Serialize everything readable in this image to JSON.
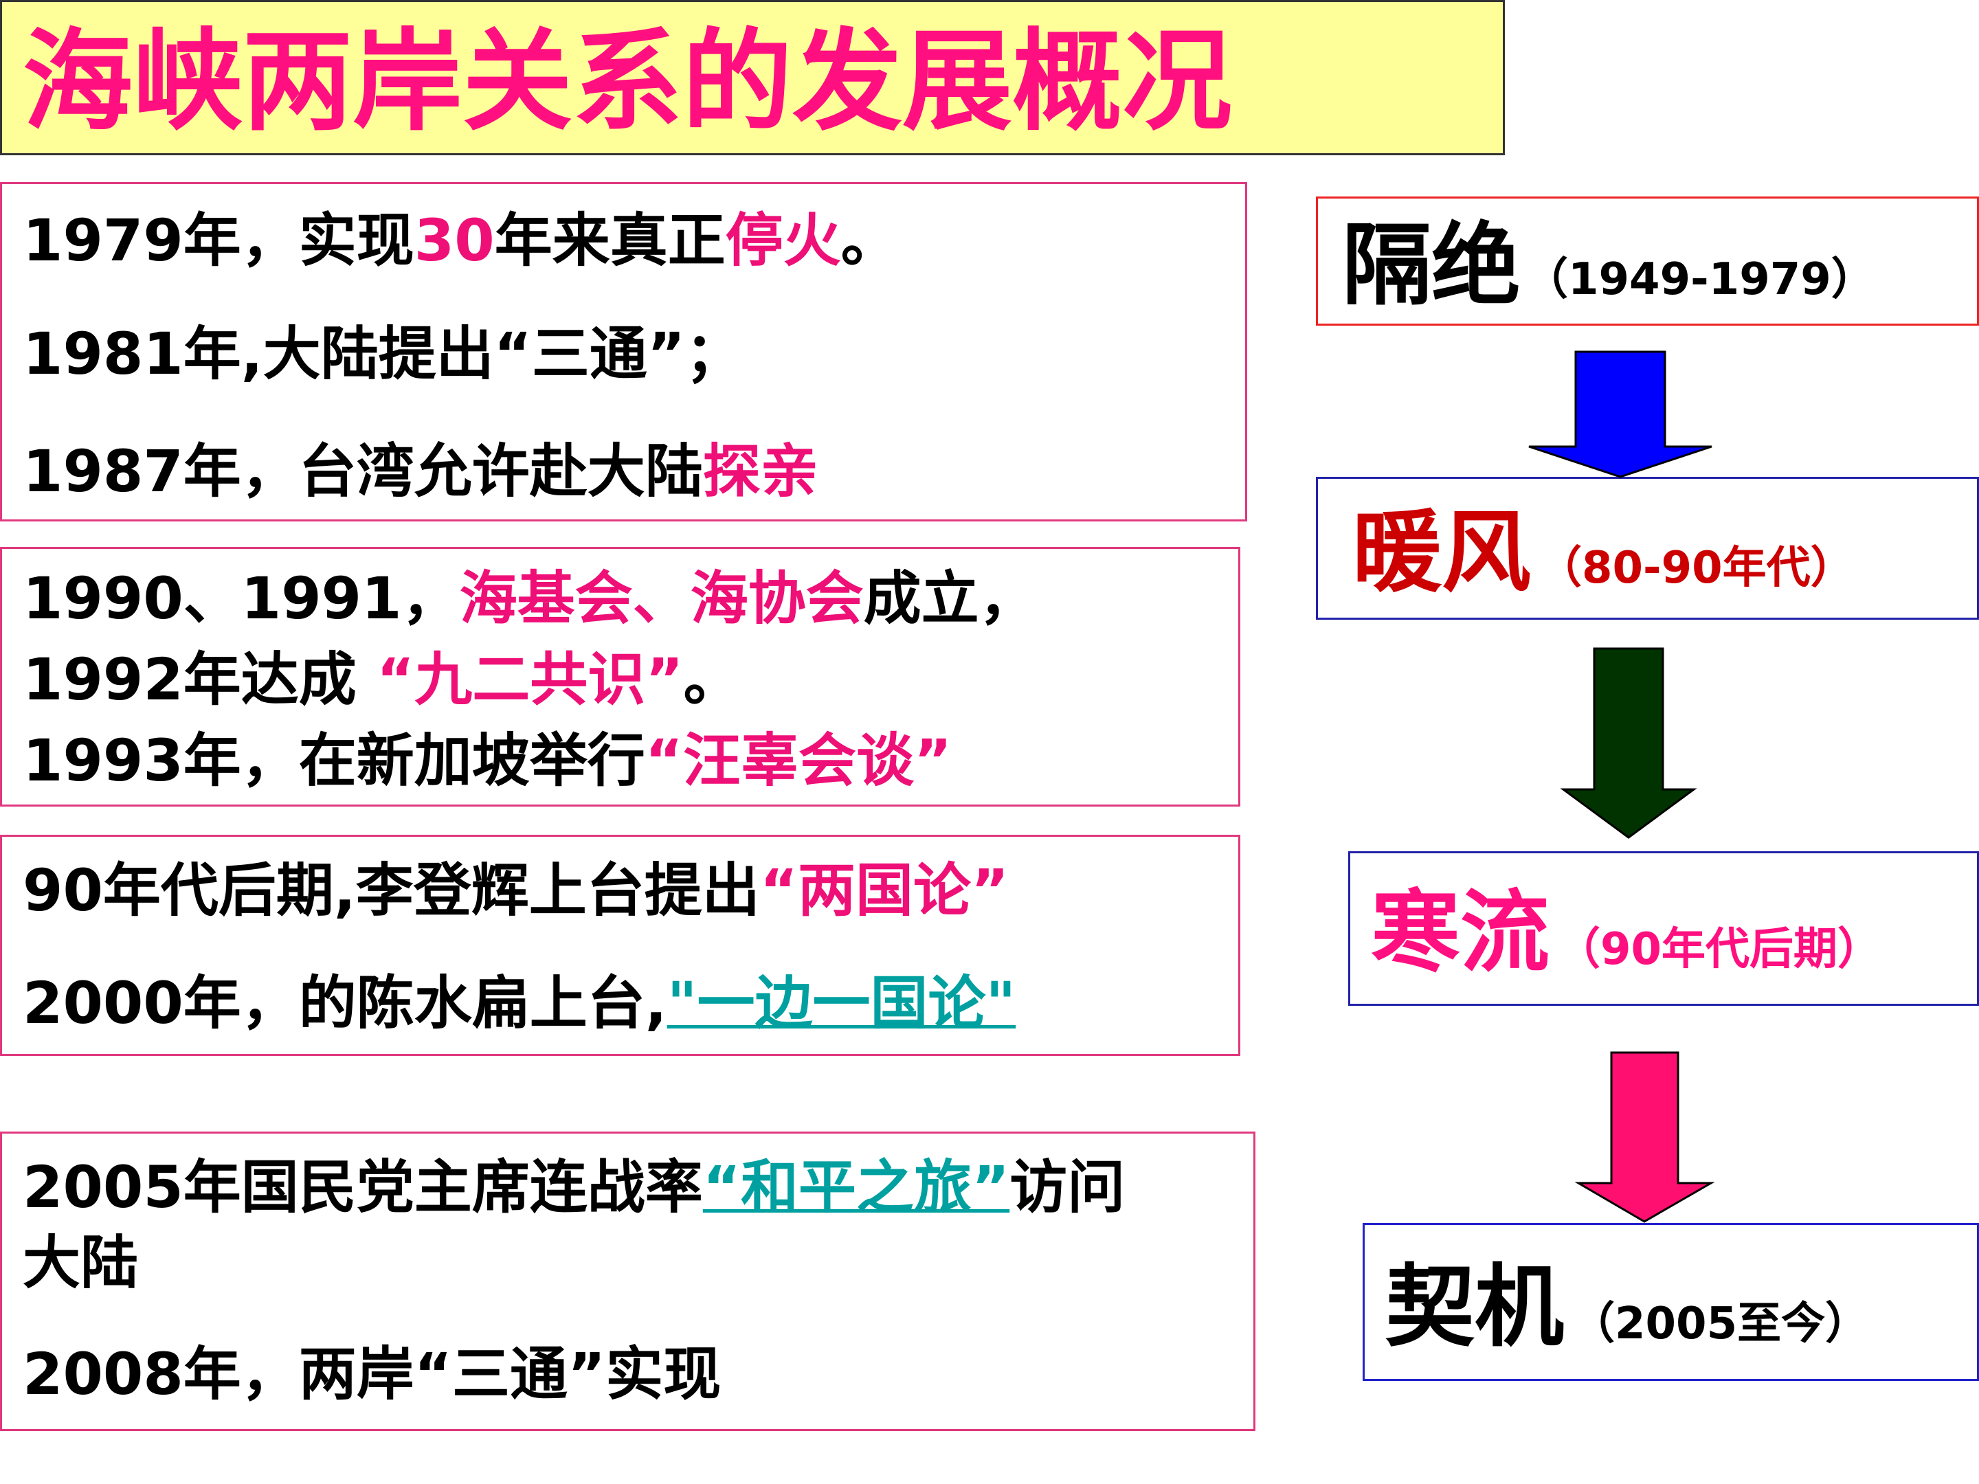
{
  "title": "海峡两岸关系的发展概况",
  "events": [
    {
      "lines": [
        [
          {
            "t": "1979年，实现"
          },
          {
            "t": "30",
            "c": "pink"
          },
          {
            "t": "年来真正"
          },
          {
            "t": "停火",
            "c": "pink"
          },
          {
            "t": "。"
          }
        ],
        [
          {
            "t": "1981年,大陆提出“三通”；"
          }
        ],
        [
          {
            "t": "1987年，台湾允许赴大陆"
          },
          {
            "t": "探亲",
            "c": "pink"
          }
        ]
      ]
    },
    {
      "lines": [
        [
          {
            "t": "1990、1991，"
          },
          {
            "t": "海基会、海协会",
            "c": "pink"
          },
          {
            "t": "成立，"
          }
        ],
        [
          {
            "t": "1992年达成 "
          },
          {
            "t": "“九二共识”",
            "c": "pink"
          },
          {
            "t": "。"
          }
        ],
        [
          {
            "t": "1993年，在新加坡举行"
          },
          {
            "t": "“汪辜会谈”",
            "c": "pink"
          }
        ]
      ]
    },
    {
      "lines": [
        [
          {
            "t": "90年代后期,李登辉上台提出"
          },
          {
            "t": "“两国论”",
            "c": "pink"
          }
        ],
        [
          {
            "t": "2000年，的陈水扁上台,"
          },
          {
            "t": "\"一边一国论\"",
            "c": "teal"
          }
        ]
      ]
    },
    {
      "lines": [
        [
          {
            "t": "2005年国民党主席连战率"
          },
          {
            "t": "“和平之旅”",
            "c": "teal"
          },
          {
            "t": "访问"
          }
        ],
        [
          {
            "t": "大陆"
          }
        ],
        [
          {
            "t": "2008年，两岸“三通”实现"
          }
        ]
      ]
    }
  ],
  "stages": [
    {
      "name": "隔绝",
      "range": "（1949-1979）",
      "name_color": "#000000",
      "range_color": "#000000",
      "border": "#ee2222"
    },
    {
      "name": "暖风",
      "range": "（80-90年代）",
      "name_color": "#cc0000",
      "range_color": "#cc0000",
      "border": "#2222aa"
    },
    {
      "name": "寒流",
      "range": "（90年代后期）",
      "name_color": "#ff0f7f",
      "range_color": "#ff0f7f",
      "border": "#2222aa"
    },
    {
      "name": "契机",
      "range": "（2005至今）",
      "name_color": "#000000",
      "range_color": "#000000",
      "border": "#2222cc"
    }
  ],
  "arrows": [
    {
      "color": "#0000ff",
      "icon": "arrow-down-icon"
    },
    {
      "color": "#003300",
      "icon": "arrow-down-icon"
    },
    {
      "color": "#ff0f6f",
      "icon": "arrow-down-icon"
    }
  ]
}
